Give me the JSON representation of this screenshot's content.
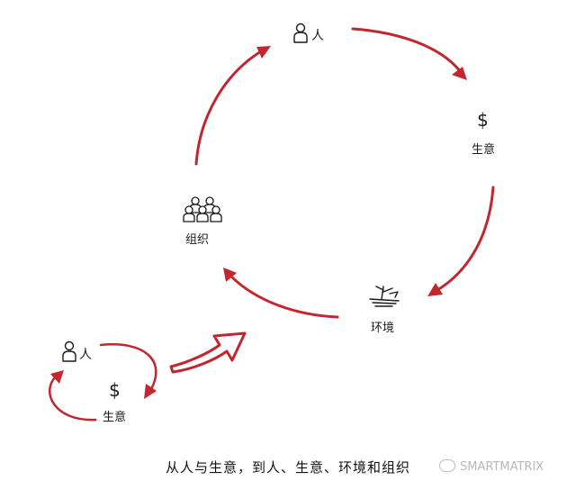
{
  "large_cycle": {
    "person": {
      "icon": "person-icon",
      "label": "人"
    },
    "business": {
      "symbol": "$",
      "label": "生意"
    },
    "environment": {
      "icon": "environment-icon",
      "label": "环境"
    },
    "organization": {
      "icon": "group-icon",
      "label": "组织"
    }
  },
  "small_cycle": {
    "person": {
      "icon": "person-icon",
      "label": "人"
    },
    "business": {
      "symbol": "$",
      "label": "生意"
    }
  },
  "caption": "从人与生意，到人、生意、环境和组织",
  "watermark": "SMARTMATRIX",
  "colors": {
    "arrow": "#c2262e",
    "text": "#1a1a1a",
    "watermark": "#b8b8b8"
  }
}
